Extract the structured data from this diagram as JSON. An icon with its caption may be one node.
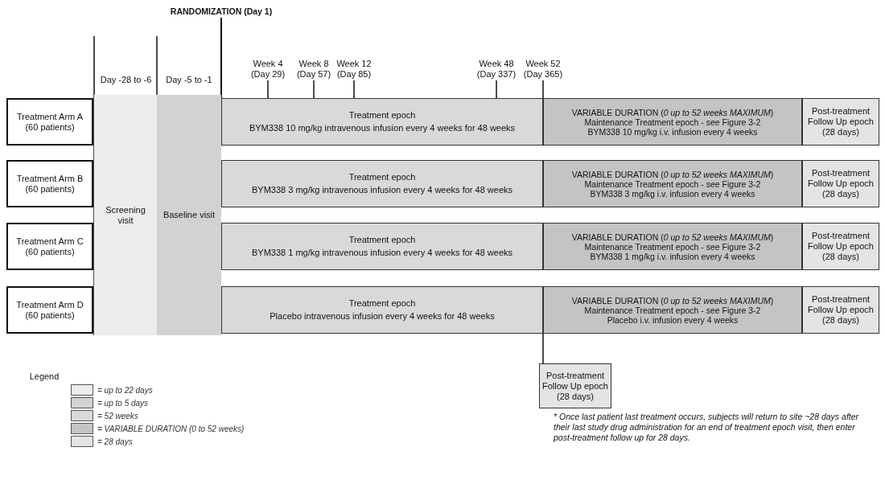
{
  "diagram": {
    "nodes": [
      {
        "text": [
          "Screening visit"
        ]
      },
      {
        "text": [
          "Baseline visit"
        ]
      },
      {
        "text": [
          "Treatment Arm A (60 patients)"
        ]
      },
      {
        "text": [
          "Treatment epoch",
          "BYM338 10 mg/kg intravenous infusion every 4 weeks for 48 weeks"
        ]
      },
      {
        "text": [
          "VARIABLE DURATION (*0 up to 52 weeks MAXIMUM*)",
          "Maintenance Treatment epoch - see Figure 3-2",
          "BYM338 10 mg/kg i.v. infusion every 4 weeks"
        ]
      },
      {
        "text": [
          "Post-treatment Follow Up epoch (28 days)"
        ]
      },
      {
        "text": [
          "Treatment Arm B (60 patients)"
        ]
      },
      {
        "text": [
          "Treatment epoch",
          "BYM338 3 mg/kg intravenous infusion every 4 weeks for 48 weeks"
        ]
      },
      {
        "text": [
          "VARIABLE DURATION (*0 up to 52 weeks MAXIMUM*)",
          "Maintenance Treatment epoch - see Figure 3-2",
          "BYM338 3 mg/kg i.v. infusion every 4 weeks"
        ]
      },
      {
        "text": [
          "Post-treatment Follow Up epoch (28 days)"
        ]
      },
      {
        "text": [
          "Treatment Arm C (60 patients)"
        ]
      },
      {
        "text": [
          "Treatment epoch",
          "BYM338 1 mg/kg intravenous infusion every 4 weeks for 48 weeks"
        ]
      },
      {
        "text": [
          "VARIABLE DURATION (*0 up to 52 weeks MAXIMUM*)",
          "Maintenance Treatment epoch - see Figure 3-2",
          "BYM338 1 mg/kg i.v. infusion every 4 weeks"
        ]
      },
      {
        "text": [
          "Post-treatment Follow Up epoch (28 days)"
        ]
      },
      {
        "text": [
          "Treatment Arm D (60 patients)"
        ]
      },
      {
        "text": [
          "Treatment epoch",
          "Placebo intravenous infusion every 4 weeks for 48 weeks"
        ]
      },
      {
        "text": [
          "VARIABLE DURATION (*0 up to 52 weeks MAXIMUM*)",
          "Maintenance Treatment epoch - see Figure 3-2",
          "Placebo i.v. infusion every 4 weeks"
        ]
      },
      {
        "text": [
          "Post-treatment Follow Up epoch (28 days)"
        ]
      },
      {
        "text": [
          "Post-treatment Follow Up epoch (28 days)"
        ]
      },
      {
        "text": [
          "RANDOMIZATION (Day 1)"
        ]
      },
      {
        "text": [
          "Week 4 (Day 29)"
        ]
      },
      {
        "text": [
          "Week 8 (Day 57)"
        ]
      },
      {
        "text": [
          "Week 12 (Day 85)"
        ]
      },
      {
        "text": [
          "Week 48 (Day 337)"
        ]
      },
      {
        "text": [
          "Week 52 (Day 365)"
        ]
      }
    ],
    "edges": [
      {
        "from": 19,
        "to": 3,
        "arrow": "none"
      },
      {
        "from": 20,
        "to": 3,
        "arrow": "none"
      },
      {
        "from": 21,
        "to": 3,
        "arrow": "none"
      },
      {
        "from": 22,
        "to": 3,
        "arrow": "none"
      },
      {
        "from": 23,
        "to": 3,
        "arrow": "none"
      },
      {
        "from": 24,
        "to": 4,
        "arrow": "none"
      },
      {
        "from": 16,
        "to": 18,
        "arrow": "none"
      }
    ],
    "labels": [
      "Day -28 to -6",
      "Day -5 to -1",
      "Legend",
      "* Once last patient last treatment occurs, subjects will return to site ~28 days after their last study drug administration for an end of treatment epoch visit, then enter post-treatment follow up for 28 days."
    ],
    "legend": [
      {
        "text": "= up to 22 days",
        "color": "#ececec"
      },
      {
        "text": "= up to 5 days",
        "color": "#d2d2d2"
      },
      {
        "text": "= 52 weeks",
        "color": "#d9d9d9"
      },
      {
        "text": "= VARIABLE DURATION (0 to 52 weeks)",
        "color": "#c4c4c4"
      },
      {
        "text": "= 28 days",
        "color": "#e4e4e4"
      }
    ]
  }
}
